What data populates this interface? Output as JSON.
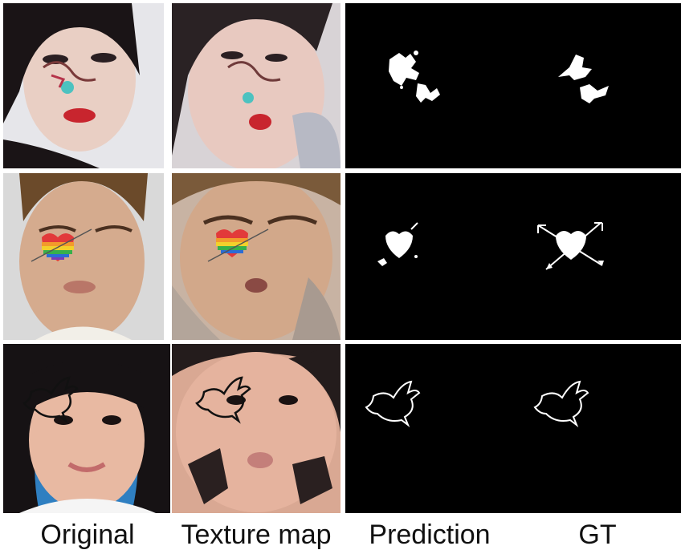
{
  "columns": [
    "Original",
    "Texture map",
    "Prediction",
    "GT"
  ],
  "rows": [
    {
      "sticker": "bird-splash",
      "colors": {
        "skin": "#e9cfc4",
        "bg": "#dcdde4",
        "hair": "#1a1416",
        "lip": "#c8252e"
      }
    },
    {
      "sticker": "rainbow-heart-arrow",
      "colors": {
        "skin": "#d5ab8e",
        "bg": "#d9d9d9",
        "hair": "#6b4a2a",
        "lip": "#b97668"
      }
    },
    {
      "sticker": "dove-outline",
      "colors": {
        "skin": "#e8b9a2",
        "bg": "#2f7fc1",
        "hair": "#161214",
        "lip": "#c26b6b"
      }
    }
  ],
  "colors": {
    "mask_bg": "#000000",
    "mask_fg": "#ffffff",
    "separator": "#ffffff"
  }
}
